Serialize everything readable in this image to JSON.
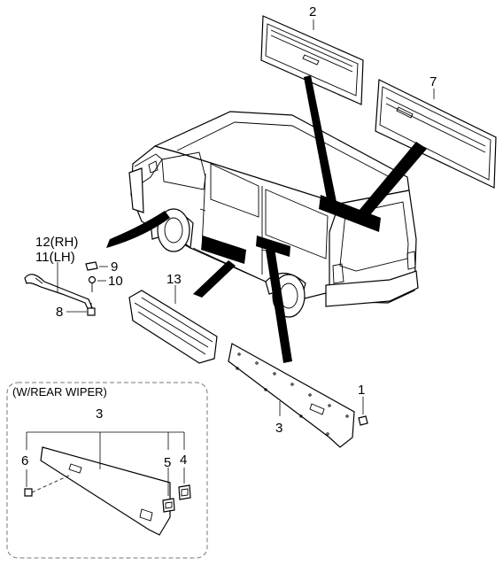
{
  "diagram": {
    "callouts": {
      "p2": "2",
      "p7": "7",
      "p12": "12(RH)",
      "p11": "11(LH)",
      "p9": "9",
      "p10": "10",
      "p8": "8",
      "p13": "13",
      "p1": "1",
      "p3_main": "3"
    },
    "inset": {
      "title": "(W/REAR WIPER)",
      "p3": "3",
      "p6": "6",
      "p5": "5",
      "p4": "4"
    }
  }
}
